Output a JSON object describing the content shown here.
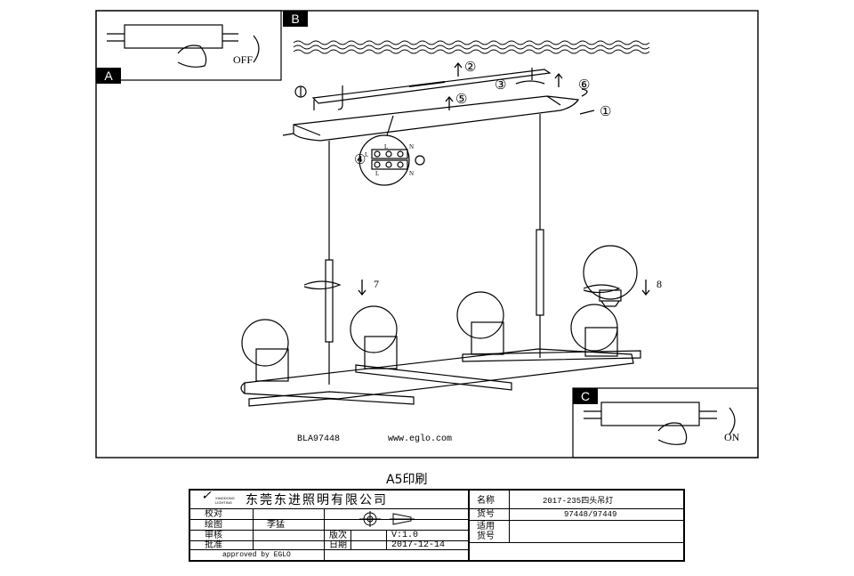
{
  "panel_labels": {
    "a": "A",
    "b": "B",
    "c": "C"
  },
  "switch": {
    "off": "OFF",
    "on": "ON"
  },
  "steps": [
    "①",
    "②",
    "③",
    "④",
    "⑤",
    "⑥",
    "7",
    "8"
  ],
  "wire_labels": {
    "l_left": "L",
    "l_top": "L",
    "n_top": "N",
    "n_bottom": "N",
    "l_bottom": "L"
  },
  "footer": {
    "model": "BLA97448",
    "website": "www.eglo.com"
  },
  "print_size": "A5印刷",
  "title_block": {
    "company": "东莞东进照明有限公司",
    "logo_text": "XINGDONG LIGHTING",
    "rows_left": [
      {
        "label": "校对",
        "value": ""
      },
      {
        "label": "绘图",
        "value": "李猛"
      },
      {
        "label": "审核",
        "value": ""
      },
      {
        "label": "批准",
        "value": ""
      }
    ],
    "version_label": "版次",
    "version_value": "V:1.0",
    "date_label": "日期",
    "date_value": "2017-12-14",
    "approved": "approved by EGLO",
    "name_label": "名称",
    "name_value": "2017-235四头吊灯",
    "item_label": "货号",
    "item_value": "97448/97449",
    "applicable_label_1": "适用",
    "applicable_label_2": "货号"
  }
}
